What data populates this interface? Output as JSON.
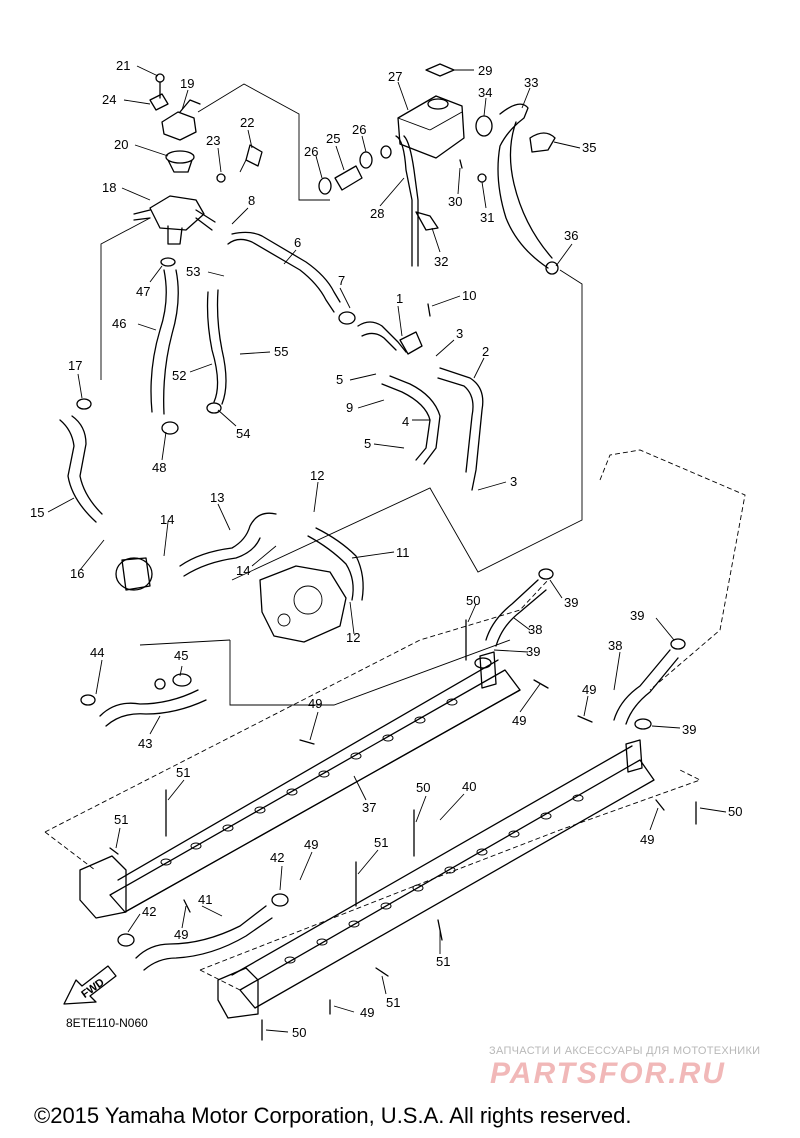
{
  "diagram_code": "8ETE110-N060",
  "fwd_label": "FWD",
  "watermark": {
    "tagline": "ЗАПЧАСТИ И АКСЕССУАРЫ ДЛЯ МОТОТЕХНИКИ",
    "logo": "PARTSFOR.RU"
  },
  "copyright": "©2015 Yamaha Motor Corporation, U.S.A. All rights reserved.",
  "callouts": [
    {
      "id": "c21",
      "text": "21"
    },
    {
      "id": "c19",
      "text": "19"
    },
    {
      "id": "c24",
      "text": "24"
    },
    {
      "id": "c20",
      "text": "20"
    },
    {
      "id": "c23",
      "text": "23"
    },
    {
      "id": "c22",
      "text": "22"
    },
    {
      "id": "c18",
      "text": "18"
    },
    {
      "id": "c8",
      "text": "8"
    },
    {
      "id": "c27",
      "text": "27"
    },
    {
      "id": "c29",
      "text": "29"
    },
    {
      "id": "c33",
      "text": "33"
    },
    {
      "id": "c34",
      "text": "34"
    },
    {
      "id": "c25",
      "text": "25"
    },
    {
      "id": "c26a",
      "text": "26"
    },
    {
      "id": "c26b",
      "text": "26"
    },
    {
      "id": "c35",
      "text": "35"
    },
    {
      "id": "c30",
      "text": "30"
    },
    {
      "id": "c31",
      "text": "31"
    },
    {
      "id": "c28",
      "text": "28"
    },
    {
      "id": "c32",
      "text": "32"
    },
    {
      "id": "c36",
      "text": "36"
    },
    {
      "id": "c6",
      "text": "6"
    },
    {
      "id": "c53",
      "text": "53"
    },
    {
      "id": "c47",
      "text": "47"
    },
    {
      "id": "c7",
      "text": "7"
    },
    {
      "id": "c1",
      "text": "1"
    },
    {
      "id": "c10",
      "text": "10"
    },
    {
      "id": "c46",
      "text": "46"
    },
    {
      "id": "c55",
      "text": "55"
    },
    {
      "id": "c3a",
      "text": "3"
    },
    {
      "id": "c2",
      "text": "2"
    },
    {
      "id": "c17",
      "text": "17"
    },
    {
      "id": "c52",
      "text": "52"
    },
    {
      "id": "c5a",
      "text": "5"
    },
    {
      "id": "c9",
      "text": "9"
    },
    {
      "id": "c54",
      "text": "54"
    },
    {
      "id": "c4",
      "text": "4"
    },
    {
      "id": "c5b",
      "text": "5"
    },
    {
      "id": "c48",
      "text": "48"
    },
    {
      "id": "c3b",
      "text": "3"
    },
    {
      "id": "c15",
      "text": "15"
    },
    {
      "id": "c12a",
      "text": "12"
    },
    {
      "id": "c13",
      "text": "13"
    },
    {
      "id": "c14a",
      "text": "14"
    },
    {
      "id": "c16",
      "text": "16"
    },
    {
      "id": "c14b",
      "text": "14"
    },
    {
      "id": "c11",
      "text": "11"
    },
    {
      "id": "c12b",
      "text": "12"
    },
    {
      "id": "c39a",
      "text": "39"
    },
    {
      "id": "c50a",
      "text": "50"
    },
    {
      "id": "c38a",
      "text": "38"
    },
    {
      "id": "c39b",
      "text": "39"
    },
    {
      "id": "c39c",
      "text": "39"
    },
    {
      "id": "c44",
      "text": "44"
    },
    {
      "id": "c45",
      "text": "45"
    },
    {
      "id": "c38b",
      "text": "38"
    },
    {
      "id": "c49a",
      "text": "49"
    },
    {
      "id": "c49b",
      "text": "49"
    },
    {
      "id": "c49c",
      "text": "49"
    },
    {
      "id": "c39d",
      "text": "39"
    },
    {
      "id": "c43",
      "text": "43"
    },
    {
      "id": "c51a",
      "text": "51"
    },
    {
      "id": "c37",
      "text": "37"
    },
    {
      "id": "c50b",
      "text": "50"
    },
    {
      "id": "c40",
      "text": "40"
    },
    {
      "id": "c50c",
      "text": "50"
    },
    {
      "id": "c51b",
      "text": "51"
    },
    {
      "id": "c51c",
      "text": "51"
    },
    {
      "id": "c49d",
      "text": "49"
    },
    {
      "id": "c49e",
      "text": "49"
    },
    {
      "id": "c42a",
      "text": "42"
    },
    {
      "id": "c41",
      "text": "41"
    },
    {
      "id": "c42b",
      "text": "42"
    },
    {
      "id": "c49f",
      "text": "49"
    },
    {
      "id": "c51d",
      "text": "51"
    },
    {
      "id": "c51e",
      "text": "51"
    },
    {
      "id": "c49g",
      "text": "49"
    },
    {
      "id": "c50d",
      "text": "50"
    }
  ]
}
